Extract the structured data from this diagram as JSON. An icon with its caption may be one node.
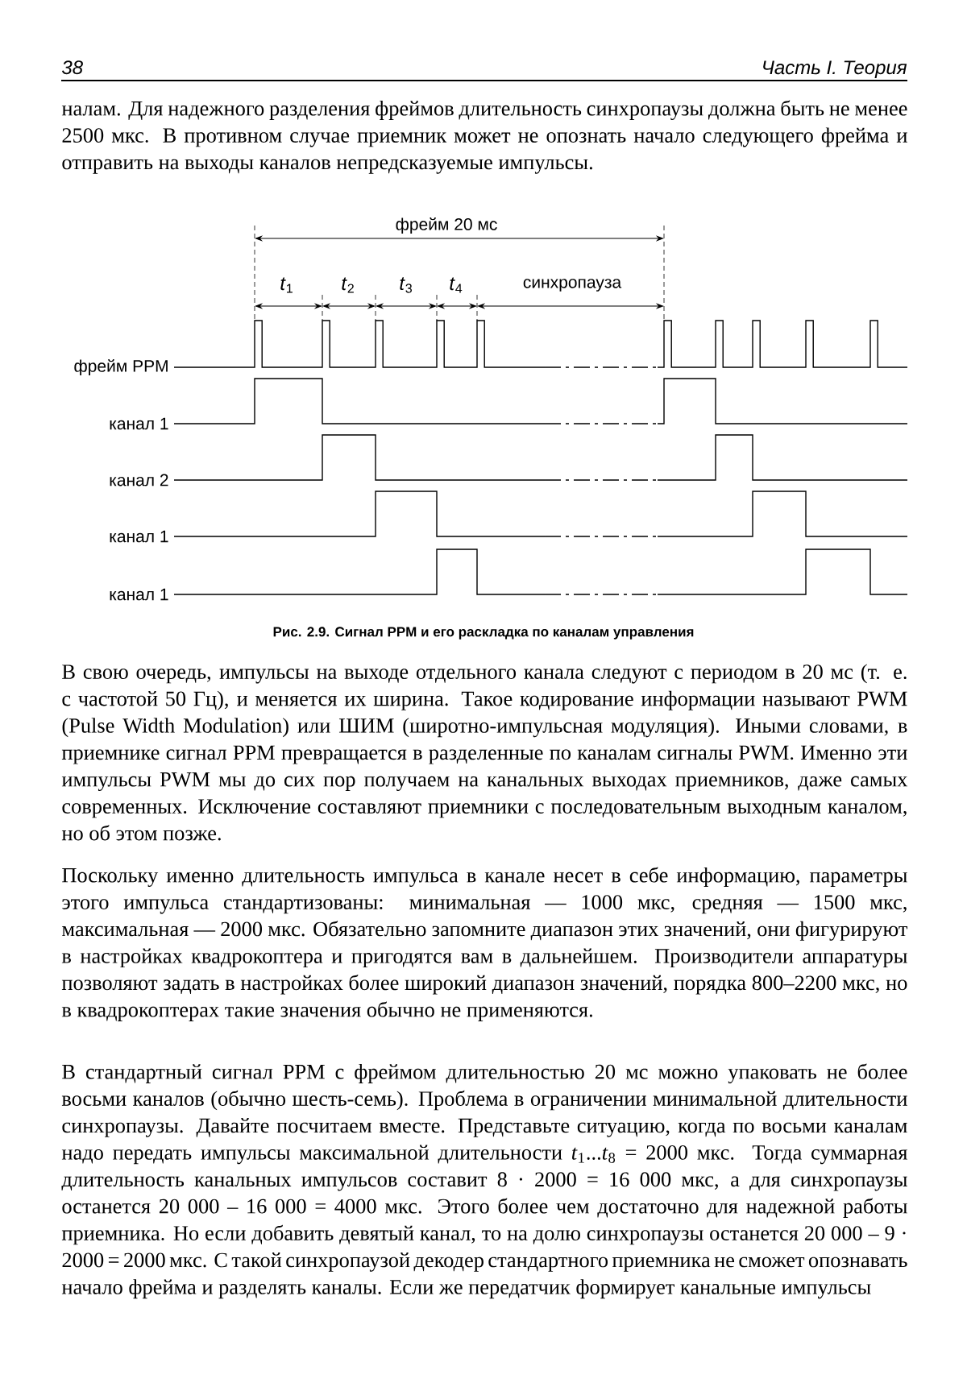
{
  "diagram": {
    "caption": "Рис. 2.9. Сигнал PPM и его раскладка по каналам управления",
    "labels": [
      "38",
      "Часть I. Теория",
      "налам. Для надежного разделения фреймов длительность синхропаузы должна быть не менее 2500 мкс. В противном случае приемник может не опознать начало следующего фрейма и отправить на выходы каналов непредсказуемые импульсы.",
      "фрейм 20 мс",
      "*t*$_{1}$",
      "*t*$_{2}$",
      "*t*$_{3}$",
      "*t*$_{4}$",
      "синхропауза",
      "фрейм PPM",
      "канал 1",
      "канал 2",
      "канал 1",
      "канал 1",
      "В свою очередь, импульсы на выходе отдельного канала следуют с периодом в 20 мс (т. е. с частотой 50 Гц), и меняется их ширина. Такое кодирование информации называют PWM (Pulse Width Modulation) или ШИМ (широтно-импульсная модуляция). Иными словами, в приемнике сигнал PPM превращается в разделенные по каналам сигналы PWM. Именно эти импульсы PWM мы до сих пор получаем на канальных выходах приемников, даже самых современных. Исключение составляют приемники с последовательным выходным каналом, но об этом позже.",
      "Поскольку именно длительность импульса в канале несет в себе информацию, параметры этого импульса стандартизованы: минимальная — 1000 мкс, средняя — 1500 мкс, максимальная — 2000 мкс. Обязательно запомните диапазон этих значений, они фигурируют в настройках квадрокоптера и пригодятся вам в дальнейшем. Производители аппаратуры позволяют задать в настройках более широкий диапазон значений, порядка 800–2200 мкс, но в квадрокоптерах такие значения обычно не применяются.",
      "В стандартный сигнал PPM с фреймом длительностью 20 мс можно упаковать не более восьми каналов (обычно шесть-семь). Проблема в ограничении минимальной длительности синхропаузы. Давайте посчитаем вместе. Представьте ситуацию, когда по восьми каналам надо передать импульсы максимальной длительности *t*$_{1}$...*t*$_{8}$ = 2000 мкс. Тогда суммарная длительность канальных импульсов составит 8 · 2000 = 16 000 мкс, а для синхропаузы останется 20 000 – 16 000 = 4000 мкс. Этого более чем достаточно для надежной работы приемника. Но если добавить девятый канал, то на долю синхропаузы останется 20 000 – 9 · 2000 = 2000 мкс. С такой синхропаузой декодер стандартного приемника не сможет опознавать начало фрейма и разделять каналы. Если же передатчик формирует канальные импульсы"
    ]
  }
}
